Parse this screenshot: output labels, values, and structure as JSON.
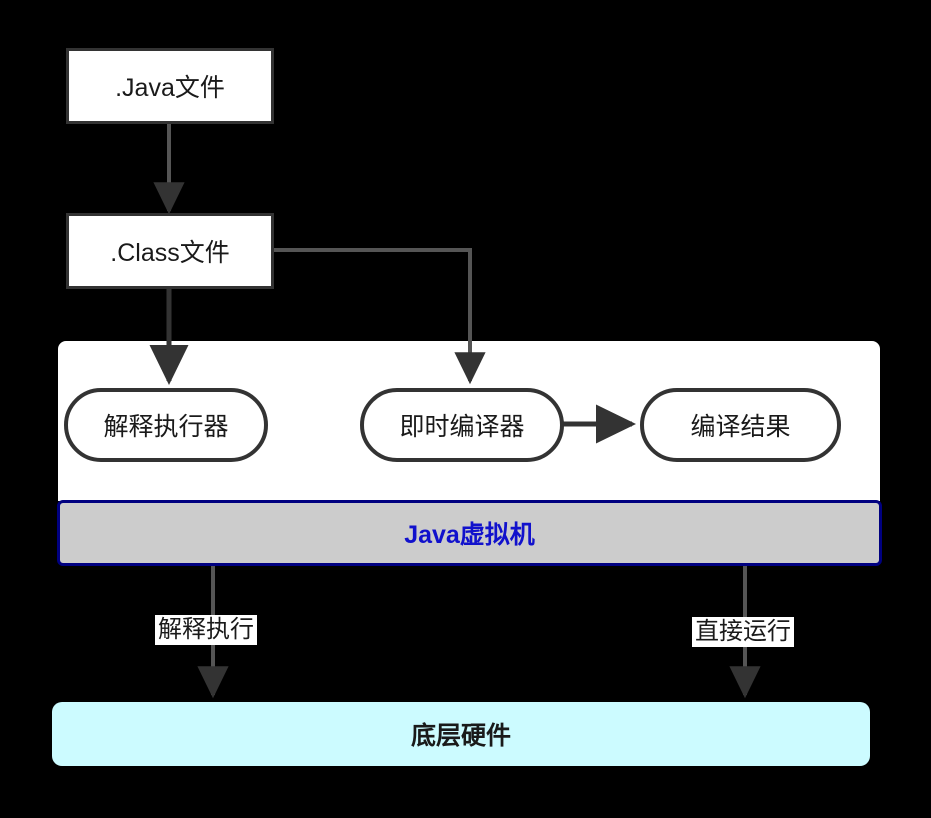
{
  "diagram": {
    "type": "flowchart",
    "direction": "top-down",
    "background_color": "#000000",
    "nodes": [
      {
        "id": "java_file",
        "label": ".Java文件",
        "shape": "rectangle",
        "fill": "#ffffff",
        "stroke": "#333333",
        "text_color": "#1a1a1a"
      },
      {
        "id": "class_file",
        "label": ".Class文件",
        "shape": "rectangle",
        "fill": "#ffffff",
        "stroke": "#333333",
        "text_color": "#1a1a1a"
      },
      {
        "id": "interpreter",
        "label": "解释执行器",
        "shape": "stadium",
        "fill": "#ffffff",
        "stroke": "#333333",
        "text_color": "#1a1a1a"
      },
      {
        "id": "jit",
        "label": "即时编译器",
        "shape": "stadium",
        "fill": "#ffffff",
        "stroke": "#333333",
        "text_color": "#1a1a1a"
      },
      {
        "id": "compiled",
        "label": "编译结果",
        "shape": "stadium",
        "fill": "#ffffff",
        "stroke": "#333333",
        "text_color": "#1a1a1a"
      },
      {
        "id": "jvm",
        "label": "Java虚拟机",
        "shape": "bar",
        "fill": "#cccccc",
        "stroke": "#000080",
        "text_color": "#1111cc"
      },
      {
        "id": "hardware",
        "label": "底层硬件",
        "shape": "rounded",
        "fill": "#ccfbff",
        "stroke": "none",
        "text_color": "#1a1a1a"
      }
    ],
    "edges": [
      {
        "from": "java_file",
        "to": "class_file",
        "label": ""
      },
      {
        "from": "class_file",
        "to": "interpreter",
        "label": ""
      },
      {
        "from": "class_file",
        "to": "jit",
        "label": ""
      },
      {
        "from": "jit",
        "to": "compiled",
        "label": ""
      },
      {
        "from": "jvm",
        "to": "hardware",
        "label": "解释执行"
      },
      {
        "from": "jvm",
        "to": "hardware",
        "label": "直接运行"
      }
    ],
    "edge_labels": {
      "interpret_run": "解释执行",
      "direct_run": "直接运行"
    },
    "groups": [
      {
        "id": "jvm_panel",
        "contains": [
          "interpreter",
          "jit",
          "compiled"
        ],
        "fill": "#ffffff"
      }
    ]
  }
}
